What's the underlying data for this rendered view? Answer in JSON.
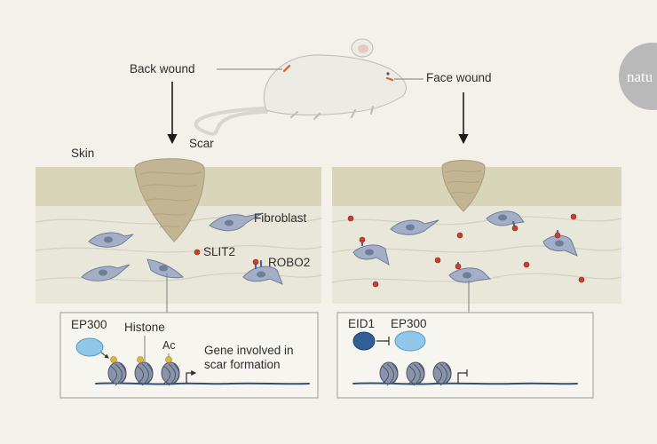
{
  "labels": {
    "back_wound": "Back wound",
    "face_wound": "Face wound",
    "skin": "Skin",
    "scar": "Scar",
    "fibroblast": "Fibroblast",
    "slit2": "SLIT2",
    "robo2": "ROBO2",
    "ep300_left": "EP300",
    "histone": "Histone",
    "ac": "Ac",
    "gene_line1": "Gene involved in",
    "gene_line2": "scar formation",
    "eid1": "EID1",
    "ep300_right": "EP300"
  },
  "logo": {
    "text": "natu"
  },
  "colors": {
    "background": "#f4f1ea",
    "skin_band": "#d8d5b8",
    "dermis": "#e9e7da",
    "scar": "#c3b493",
    "fibroblast": "#a3afc7",
    "slit2_ligand": "#c8412f",
    "robo2_receptor": "#3a6ea8",
    "ep300": "#8ec7ea",
    "eid1": "#2f5f93",
    "acetyl": "#e2b43b",
    "dna": "#33507a",
    "logo_circle": "#b9b9b9"
  },
  "icons": [
    "mouse-icon",
    "fibroblast-icon",
    "nucleosome-icon",
    "transcription-arrow-icon",
    "inhibition-icon"
  ]
}
